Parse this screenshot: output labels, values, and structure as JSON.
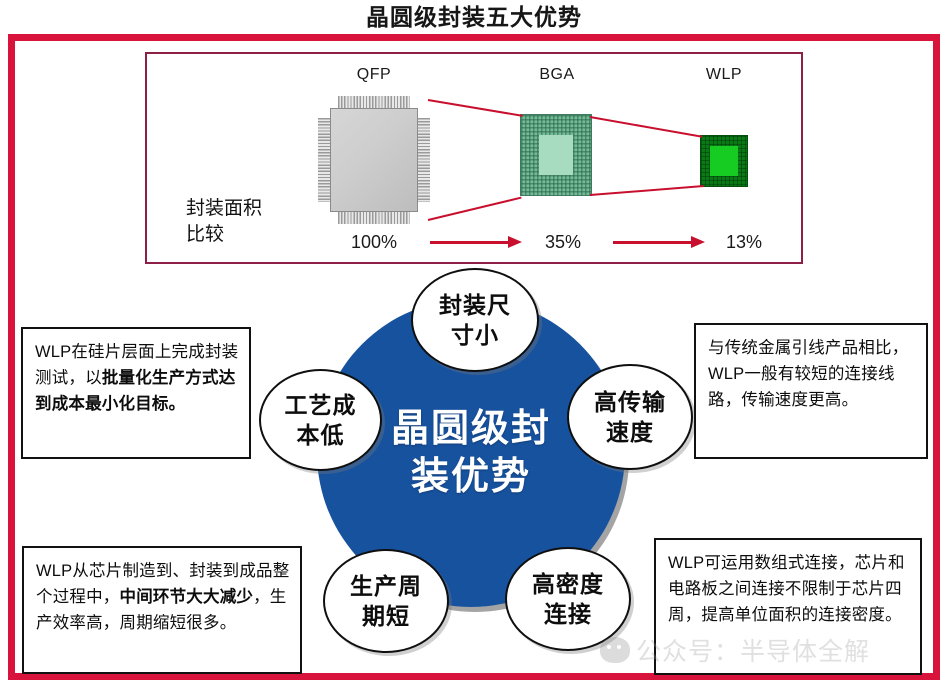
{
  "page": {
    "title": "晶圆级封装五大优势",
    "frame_color": "#D8143C",
    "background": "#ffffff"
  },
  "comparison_panel": {
    "border_color": "#8E2048",
    "row_label": "封装面积比较",
    "packages": [
      {
        "name": "QFP",
        "area_pct": "100%",
        "color": "#cdcdcd",
        "kind": "quad-flat-package"
      },
      {
        "name": "BGA",
        "area_pct": "35%",
        "color": "#74bb9a",
        "kind": "ball-grid-array"
      },
      {
        "name": "WLP",
        "area_pct": "13%",
        "color": "#0a7a16",
        "kind": "wafer-level-package"
      }
    ],
    "arrow_color": "#C8102E"
  },
  "chart_data": {
    "type": "bar",
    "title": "封装面积比较",
    "categories": [
      "QFP",
      "BGA",
      "WLP"
    ],
    "values": [
      100,
      35,
      13
    ],
    "value_labels": [
      "100%",
      "35%",
      "13%"
    ],
    "xlabel": "",
    "ylabel": "封装面积比较",
    "ylim": [
      0,
      100
    ],
    "grid": false,
    "legend": "none",
    "annotations": [
      "100% → 35% → 13%"
    ]
  },
  "center": {
    "label_line1": "晶圆级封",
    "label_line2": "装优势",
    "color": "#17529F",
    "text_color": "#ffffff"
  },
  "bubbles": [
    {
      "line1": "封装尺",
      "line2": "寸小"
    },
    {
      "line1": "高传输",
      "line2": "速度"
    },
    {
      "line1": "高密度",
      "line2": "连接"
    },
    {
      "line1": "生产周",
      "line2": "期短"
    },
    {
      "line1": "工艺成",
      "line2": "本低"
    }
  ],
  "callouts": {
    "top_left": {
      "plain_1": "WLP在硅片层面上完成封装测试，以",
      "bold_1": "批量化生产方式达到成本最小化目标。"
    },
    "top_right": {
      "plain_1": "与传统金属引线产品相比，WLP一般有较短的连接线路，传输速度更高。"
    },
    "bottom_left": {
      "plain_1": "WLP从芯片制造到、封装到成品整个过程中，",
      "bold_1": "中间环节大大减少",
      "plain_2": "，生产效率高，周期缩短很多。"
    },
    "bottom_right": {
      "plain_1": "WLP可运用数组式连接，芯片和电路板之间连接不限制于芯片四周，提高单位面积的连接密度。"
    }
  },
  "watermark": {
    "text": "公众号：半导体全解",
    "icon": "wechat-icon"
  }
}
